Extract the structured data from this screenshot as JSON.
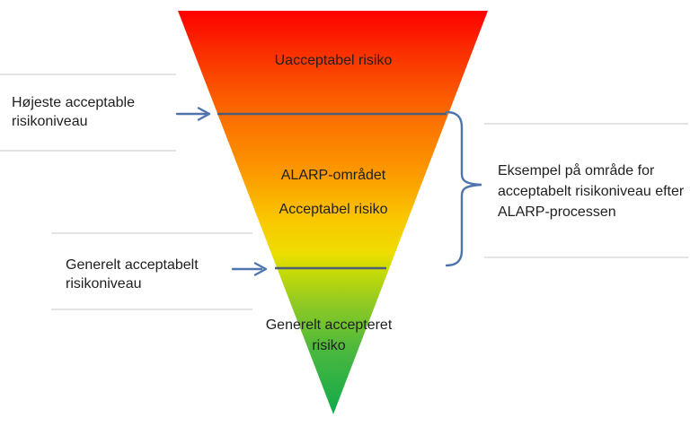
{
  "diagram": {
    "funnel": {
      "zone_unacceptable": "Uacceptabel risiko",
      "zone_alarp": "ALARP-området",
      "zone_acceptable": "Acceptabel risiko",
      "zone_generally_accepted": "Generelt accepteret risiko"
    },
    "annotations": {
      "left_upper": "Højeste acceptable risikoniveau",
      "left_lower": "Generelt acceptabelt risikoniveau",
      "right": "Eksempel på område for acceptabelt risikoniveau efter ALARP-processen"
    },
    "colors": {
      "gradient": [
        "#fe0000",
        "#fa2e00",
        "#fc6d00",
        "#fc9900",
        "#f9c800",
        "#eedd00",
        "#cbdc05",
        "#94cb21",
        "#4bb83e",
        "#11aa4c"
      ],
      "connector_blue": "#4f74ad",
      "level_line": "#4d5c77",
      "divider_gray": "#d4d4d4",
      "text": "#1f1f1f"
    }
  }
}
